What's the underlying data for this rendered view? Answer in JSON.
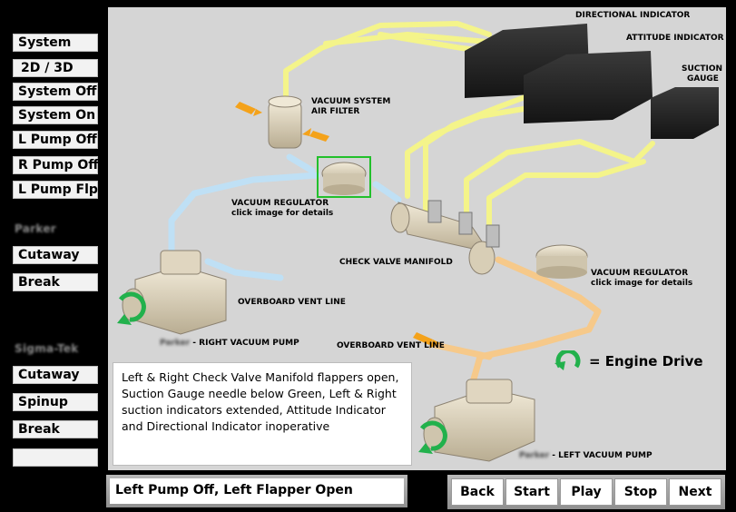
{
  "sidebar": {
    "buttons": [
      {
        "label": "System"
      },
      {
        "label": "2D / 3D"
      },
      {
        "label": "System Off"
      },
      {
        "label": "System On"
      },
      {
        "label": "L Pump Off"
      },
      {
        "label": "R Pump Off"
      },
      {
        "label": "L Pump Flp"
      }
    ],
    "parker": {
      "heading": "Parker",
      "buttons": [
        {
          "label": "Cutaway"
        },
        {
          "label": "Break"
        }
      ]
    },
    "sigmatek": {
      "heading": "Sigma-Tek",
      "buttons": [
        {
          "label": "Cutaway"
        },
        {
          "label": "Spinup"
        },
        {
          "label": "Break"
        },
        {
          "label": ""
        }
      ]
    }
  },
  "diagram": {
    "labels": {
      "directional_indicator": "DIRECTIONAL  INDICATOR",
      "attitude_indicator": "ATTITUDE  INDICATOR",
      "suction_gauge_1": "SUCTION",
      "suction_gauge_2": "GAUGE",
      "air_filter_1": "VACUUM SYSTEM",
      "air_filter_2": "AIR FILTER",
      "vac_reg_right_1": "VACUUM REGULATOR",
      "vac_reg_right_2": "click image for details",
      "check_valve": "CHECK VALVE MANIFOLD",
      "vac_reg_left_1": "VACUUM REGULATOR",
      "vac_reg_left_2": "click image for details",
      "overboard_right": "OVERBOARD VENT LINE",
      "right_pump_brand": "Parker",
      "right_pump": "- RIGHT VACUUM PUMP",
      "overboard_left": "OVERBOARD VENT LINE",
      "left_pump_brand": "Parker",
      "left_pump": "- LEFT VACUUM PUMP"
    },
    "description": "Left & Right Check Valve Manifold  flappers open, Suction Gauge needle below Green, Left & Right suction indicators extended, Attitude Indicator and Directional Indicator inoperative",
    "engine_drive": "= Engine Drive",
    "colors": {
      "background": "#d5d5d5",
      "suction_line": "#f4f48a",
      "intake_line": "#bfe0f5",
      "exhaust_line": "#f6c98a",
      "instrument": "#1f1f1f",
      "pump_body": "#e3d9c2",
      "arrow_orange": "#f4a21a",
      "engine_drive_arrow": "#22b14c",
      "highlight_box": "#22c02b"
    }
  },
  "status": {
    "text": "Left Pump Off, Left Flapper Open"
  },
  "nav": {
    "buttons": [
      {
        "label": "Back"
      },
      {
        "label": "Start"
      },
      {
        "label": "Play"
      },
      {
        "label": "Stop"
      },
      {
        "label": "Next"
      }
    ]
  }
}
